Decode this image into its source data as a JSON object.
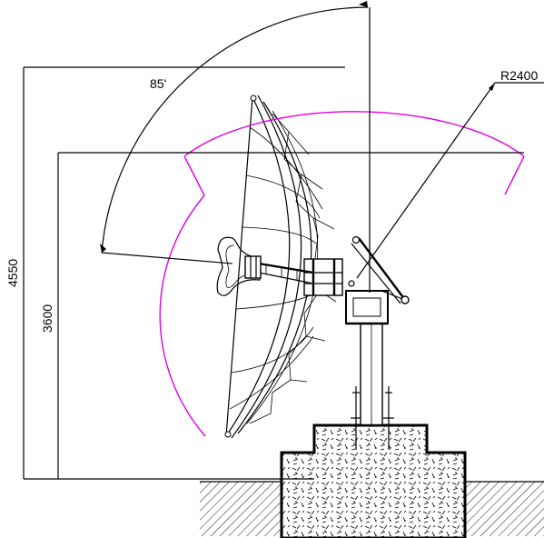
{
  "labels": {
    "angle": "85'",
    "radius": "R2400",
    "height_total": "4550",
    "height_pivot": "3600"
  },
  "colors": {
    "line": "#000000",
    "sweep_arc": "#e000e0",
    "background": "#ffffff"
  }
}
